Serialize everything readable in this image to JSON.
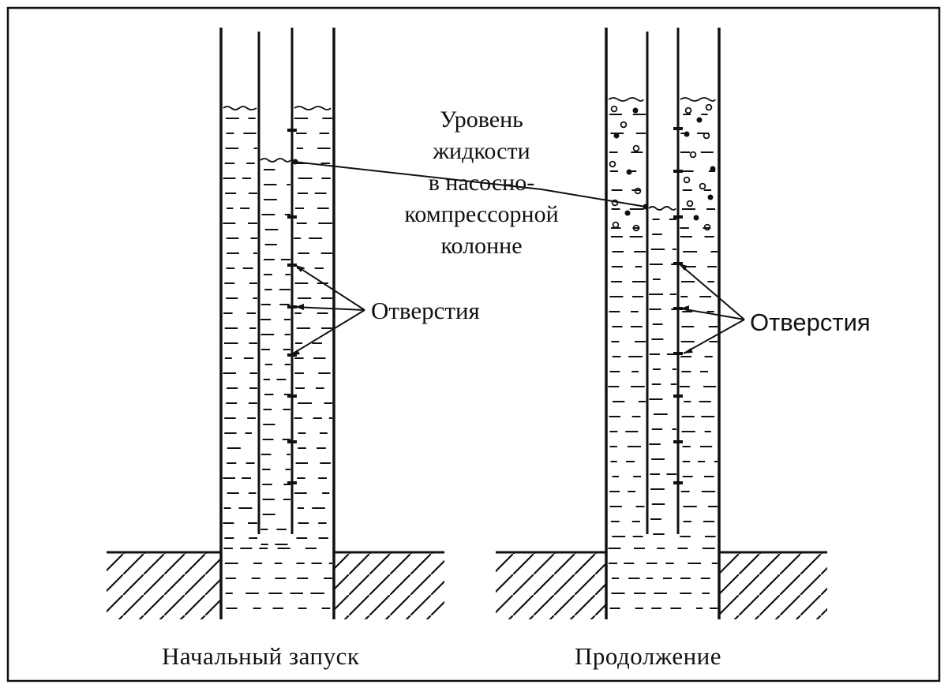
{
  "labels": {
    "liquid_level": [
      "Уровень",
      "жидкости",
      "в насосно-",
      "компрессорной",
      "колонне"
    ],
    "holes_left": "Отверстия",
    "holes_right": "Отверстия",
    "caption_left": "Начальный запуск",
    "caption_right": "Продолжение"
  },
  "colors": {
    "ink": "#111111",
    "background": "#ffffff"
  }
}
